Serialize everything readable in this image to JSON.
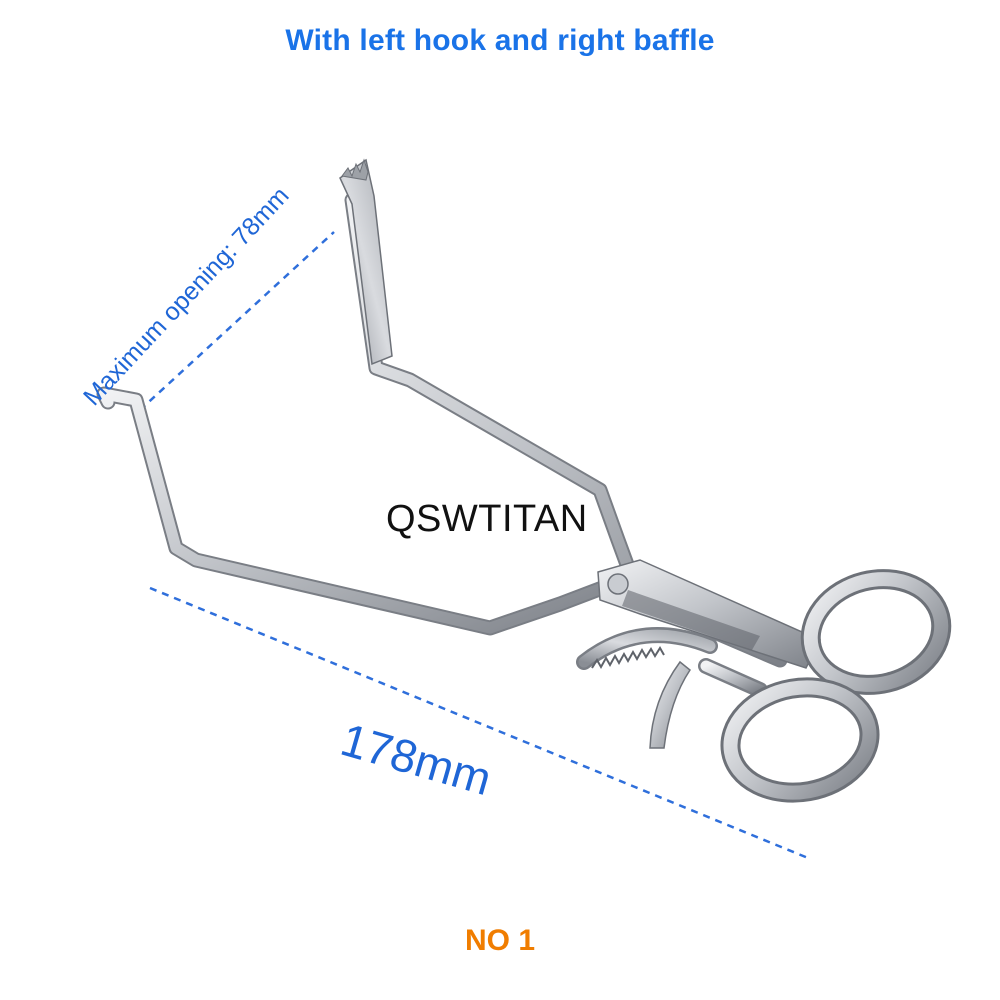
{
  "title": "With left hook and right baffle",
  "brand": "QSWTITAN",
  "annotations": {
    "max_opening": "Maximum opening: 78mm",
    "length": "178mm"
  },
  "footer": "NO 1",
  "colors": {
    "title": "#1a73e8",
    "annotation": "#1f66d6",
    "dashed_line": "#2f6fdb",
    "footer": "#f07d00",
    "steel_light": "#e6e7ea",
    "steel_mid": "#b9bcc2",
    "steel_dark": "#6d7178"
  }
}
